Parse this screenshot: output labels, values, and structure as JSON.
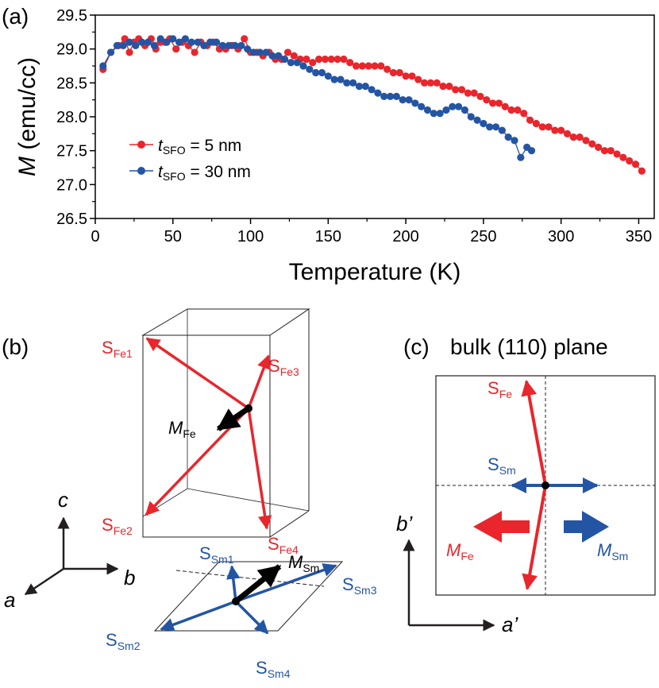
{
  "chart_data": {
    "type": "scatter",
    "panel_label": "(a)",
    "xlabel": "Temperature (K)",
    "ylabel_symbol": "M",
    "ylabel_unit": " (emu/cc)",
    "xlim": [
      0,
      360
    ],
    "ylim": [
      26.5,
      29.5
    ],
    "xticks": [
      "0",
      "50",
      "100",
      "150",
      "200",
      "250",
      "300",
      "350"
    ],
    "yticks": [
      "26.5",
      "27.0",
      "27.5",
      "28.0",
      "28.5",
      "29.0",
      "29.5"
    ],
    "legend_placement": "lower-left",
    "series": [
      {
        "legend_symbol": "t",
        "legend_sub": "SFO",
        "legend_value": " = 5 nm",
        "color": "#e8262c",
        "x": [
          5,
          10,
          15,
          19,
          22,
          25,
          28,
          32,
          36,
          39,
          42,
          45,
          48,
          52,
          56,
          60,
          64,
          68,
          72,
          76,
          80,
          84,
          88,
          92,
          96,
          100,
          104,
          108,
          112,
          116,
          120,
          124,
          128,
          132,
          136,
          140,
          144,
          148,
          152,
          156,
          160,
          164,
          168,
          172,
          176,
          180,
          184,
          188,
          192,
          196,
          200,
          204,
          208,
          212,
          216,
          220,
          224,
          228,
          232,
          236,
          240,
          244,
          248,
          252,
          256,
          260,
          264,
          268,
          272,
          276,
          280,
          284,
          288,
          292,
          296,
          300,
          304,
          308,
          312,
          316,
          320,
          324,
          328,
          332,
          336,
          340,
          344,
          348,
          352
        ],
        "y": [
          28.7,
          28.95,
          29.05,
          29.15,
          28.95,
          29.1,
          29.15,
          29.05,
          29.15,
          29.0,
          29.1,
          29.1,
          29.15,
          29.0,
          29.1,
          29.05,
          28.95,
          29.1,
          29.05,
          29.1,
          29.0,
          29.0,
          29.05,
          29.0,
          29.15,
          28.95,
          28.95,
          28.9,
          28.95,
          28.85,
          28.85,
          28.95,
          28.9,
          28.85,
          28.85,
          28.8,
          28.85,
          28.85,
          28.85,
          28.85,
          28.85,
          28.8,
          28.75,
          28.75,
          28.75,
          28.75,
          28.75,
          28.7,
          28.65,
          28.65,
          28.6,
          28.6,
          28.55,
          28.5,
          28.5,
          28.5,
          28.45,
          28.45,
          28.4,
          28.4,
          28.35,
          28.35,
          28.3,
          28.25,
          28.2,
          28.2,
          28.15,
          28.1,
          28.1,
          28.05,
          27.95,
          27.9,
          27.85,
          27.85,
          27.8,
          27.8,
          27.75,
          27.7,
          27.7,
          27.65,
          27.6,
          27.55,
          27.5,
          27.5,
          27.45,
          27.4,
          27.35,
          27.3,
          27.2
        ]
      },
      {
        "legend_symbol": "t",
        "legend_sub": "SFO",
        "legend_value": " = 30 nm",
        "color": "#2455a4",
        "x": [
          5,
          10,
          14,
          18,
          22,
          26,
          30,
          34,
          38,
          42,
          46,
          50,
          54,
          58,
          62,
          66,
          70,
          74,
          78,
          82,
          86,
          90,
          94,
          98,
          102,
          106,
          110,
          114,
          118,
          122,
          126,
          130,
          134,
          138,
          142,
          146,
          150,
          154,
          158,
          162,
          166,
          170,
          174,
          178,
          182,
          186,
          190,
          194,
          198,
          202,
          206,
          210,
          214,
          218,
          222,
          226,
          230,
          234,
          238,
          242,
          246,
          250,
          254,
          258,
          262,
          266,
          270,
          274,
          278,
          281
        ],
        "y": [
          28.75,
          28.95,
          29.05,
          29.05,
          29.1,
          29.05,
          29.1,
          29.1,
          29.05,
          29.15,
          29.1,
          29.15,
          29.1,
          29.15,
          29.1,
          29.1,
          29.05,
          29.1,
          29.1,
          29.05,
          29.05,
          29.05,
          29.05,
          29.0,
          28.95,
          28.95,
          28.95,
          28.9,
          28.9,
          28.85,
          28.8,
          28.8,
          28.75,
          28.7,
          28.65,
          28.65,
          28.6,
          28.55,
          28.55,
          28.5,
          28.5,
          28.45,
          28.45,
          28.4,
          28.35,
          28.3,
          28.3,
          28.3,
          28.25,
          28.25,
          28.2,
          28.15,
          28.1,
          28.05,
          28.05,
          28.1,
          28.15,
          28.15,
          28.1,
          28.0,
          27.95,
          27.9,
          27.85,
          27.85,
          27.8,
          27.7,
          27.65,
          27.4,
          27.55,
          27.5
        ]
      }
    ]
  },
  "panel_b": {
    "label": "(b)",
    "spins": [
      {
        "main": "S",
        "sub": "Fe1",
        "color": "#e8262c"
      },
      {
        "main": "S",
        "sub": "Fe2",
        "color": "#e8262c"
      },
      {
        "main": "S",
        "sub": "Fe3",
        "color": "#e8262c"
      },
      {
        "main": "S",
        "sub": "Fe4",
        "color": "#e8262c"
      },
      {
        "main": "S",
        "sub": "Sm1",
        "color": "#2455a4"
      },
      {
        "main": "S",
        "sub": "Sm2",
        "color": "#2455a4"
      },
      {
        "main": "S",
        "sub": "Sm3",
        "color": "#2455a4"
      },
      {
        "main": "S",
        "sub": "Sm4",
        "color": "#2455a4"
      }
    ],
    "moments": {
      "fe_main": "M",
      "fe_sub": "Fe",
      "sm_main": "M",
      "sm_sub": "Sm"
    },
    "axes": {
      "a": "a",
      "b": "b",
      "c": "c"
    }
  },
  "panel_c": {
    "label": "(c)",
    "title": "bulk (110) plane",
    "s_fe_main": "S",
    "s_fe_sub": "Fe",
    "s_sm_main": "S",
    "s_sm_sub": "Sm",
    "m_fe_main": "M",
    "m_fe_sub": "Fe",
    "m_sm_main": "M",
    "m_sm_sub": "Sm",
    "axis_a": "a’",
    "axis_b": "b’"
  },
  "colors": {
    "red": "#e8262c",
    "blue": "#2455a4",
    "black": "#000000"
  }
}
